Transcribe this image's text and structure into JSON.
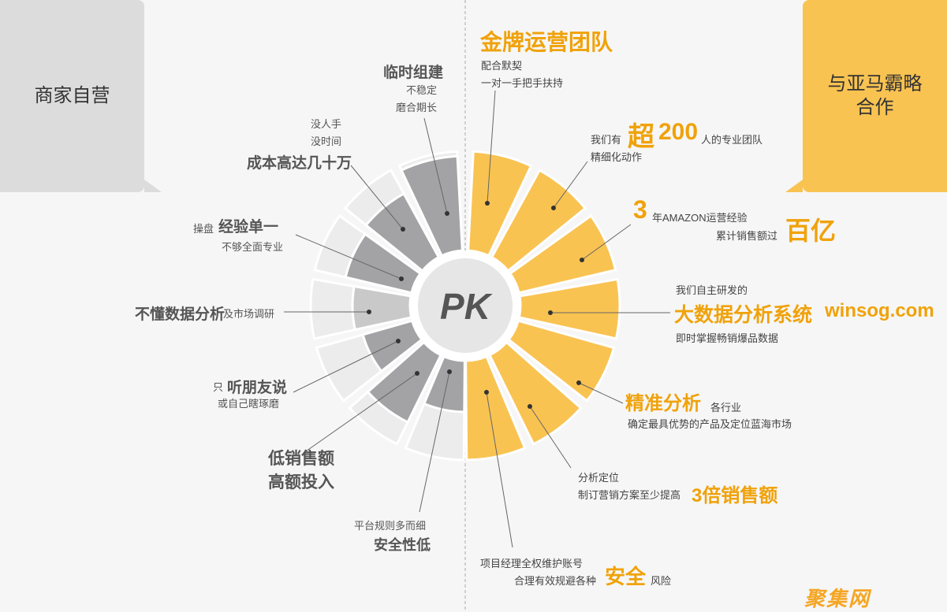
{
  "left_tag": "商家自营",
  "right_tag_line1": "与亚马霸略",
  "right_tag_line2": "合作",
  "center_label": "PK",
  "left": {
    "c1_title": "临时组建",
    "c1_l1": "不稳定",
    "c1_l2": "磨合期长",
    "c2_l1": "没人手",
    "c2_l2": "没时间",
    "c2_title": "成本高达几十万",
    "c3_prefix": "操盘",
    "c3_title": "经验单一",
    "c3_l1": "不够全面专业",
    "c4_title": "不懂数据分析",
    "c4_suffix": "及市场调研",
    "c5_prefix": "只",
    "c5_title": "听朋友说",
    "c5_l1": "或自己瞎琢磨",
    "c6_l1": "低销售额",
    "c6_l2": "高额投入",
    "c7_l1": "平台规则多而细",
    "c7_title": "安全性低"
  },
  "right": {
    "r1_title": "金牌运营团队",
    "r1_l1": "配合默契",
    "r1_l2": "一对一手把手扶持",
    "r2_pre": "我们有",
    "r2_big1": "超",
    "r2_big2": "200",
    "r2_post": "人的专业团队",
    "r2_l2": "精细化动作",
    "r3_big": "3",
    "r3_post": "年AMAZON运营经验",
    "r3_l2": "累计销售额过",
    "r3_big2": "百亿",
    "r4_l1": "我们自主研发的",
    "r4_title": "大数据分析系统",
    "r4_site": "winsog.com",
    "r4_l2": "即时掌握畅销爆品数据",
    "r5_title": "精准分析",
    "r5_post": "各行业",
    "r5_l2": "确定最具优势的产品及定位蓝海市场",
    "r6_l1": "分析定位",
    "r6_l2": "制订营销方案至少提高",
    "r6_big": "3倍销售额",
    "r7_l1": "项目经理全权维护账号",
    "r7_l2": "合理有效规避各种",
    "r7_big": "安全",
    "r7_post": "风险"
  },
  "watermark": "聚集网",
  "colors": {
    "orange": "#f9c352",
    "orange_text": "#f0a20a",
    "gray_dark": "#a3a3a5",
    "gray_mid": "#c9c9c9",
    "gray_light": "#ececec"
  }
}
